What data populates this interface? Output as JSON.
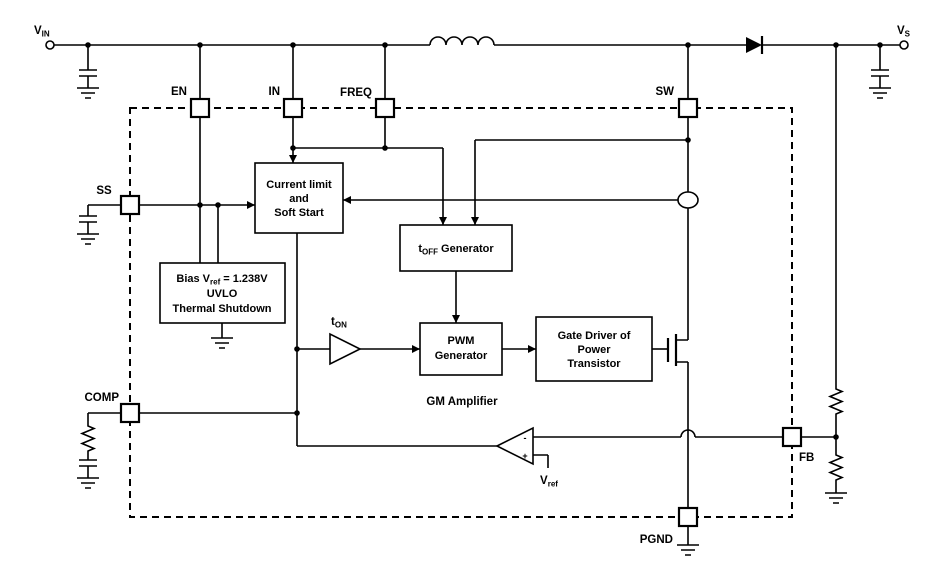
{
  "terminals": {
    "vin_main": "V",
    "vin_sub": "IN",
    "vs_main": "V",
    "vs_sub": "S"
  },
  "pins": {
    "en": "EN",
    "in": "IN",
    "freq": "FREQ",
    "sw": "SW",
    "ss": "SS",
    "comp": "COMP",
    "fb": "FB",
    "pgnd": "PGND"
  },
  "blocks": {
    "current_limit_l1": "Current limit",
    "current_limit_l2": "and",
    "current_limit_l3": "Soft Start",
    "bias_l1_pre": "Bias V",
    "bias_l1_sub": "ref",
    "bias_l1_post": "= 1.238V",
    "bias_l2": "UVLO",
    "bias_l3": "Thermal Shutdown",
    "toff_pre": "t",
    "toff_sub": "OFF",
    "toff_post": "Generator",
    "pwm_l1": "PWM",
    "pwm_l2": "Generator",
    "gate_l1": "Gate Driver of",
    "gate_l2": "Power",
    "gate_l3": "Transistor",
    "ton_pre": "t",
    "ton_sub": "ON",
    "gm_label": "GM Amplifier",
    "gm_minus": "-",
    "gm_plus": "+",
    "vref_pre": "V",
    "vref_sub": "ref"
  },
  "colors": {
    "line": "#000000",
    "background": "#ffffff"
  }
}
